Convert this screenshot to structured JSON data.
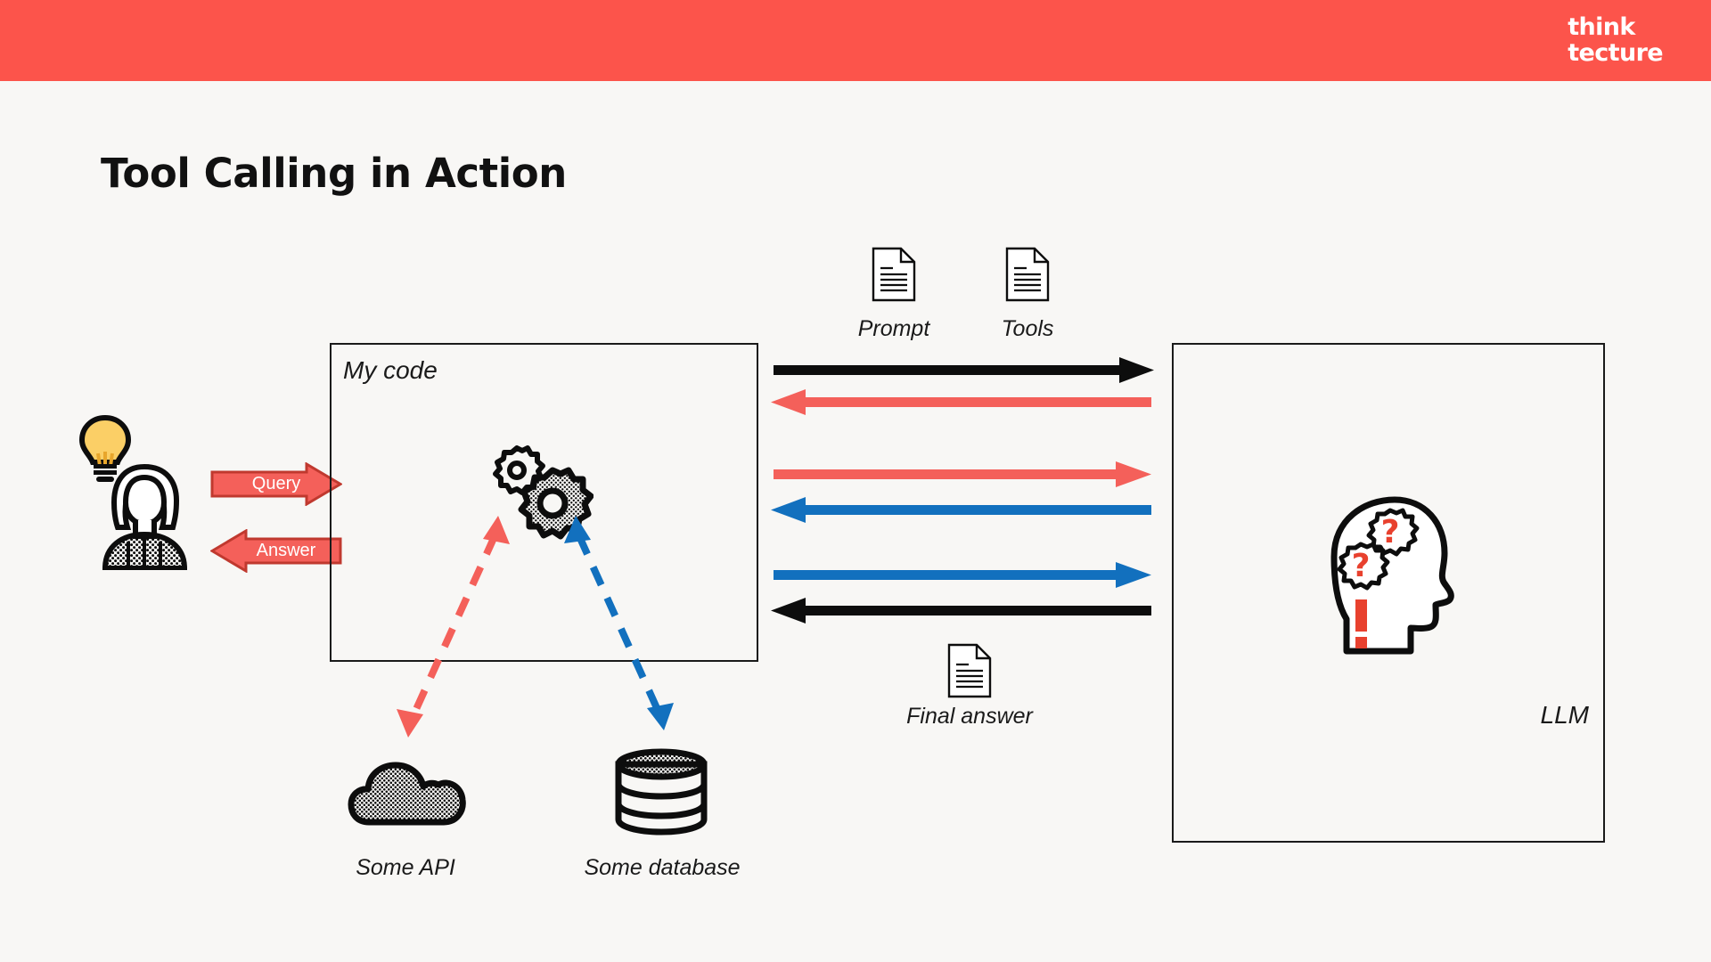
{
  "header": {
    "brand_line1": "think",
    "brand_line2": "tecture",
    "bar_color": "#FC544B"
  },
  "slide": {
    "title": "Tool Calling in Action",
    "background_color": "#F8F7F5"
  },
  "colors": {
    "red": "#F4605A",
    "blue": "#1270BE",
    "black": "#0D0D0D",
    "bulb_yellow": "#FBCF66"
  },
  "actor": {
    "bulb_icon": "lightbulb-icon",
    "person_icon": "user-icon"
  },
  "user_exchange": [
    {
      "label": "Query",
      "direction": "right",
      "color": "#F4605A"
    },
    {
      "label": "Answer",
      "direction": "left",
      "color": "#F4605A"
    }
  ],
  "my_code": {
    "label": "My code",
    "gears_icon": "gears-icon"
  },
  "llm": {
    "label": "LLM",
    "head_icon": "thinking-head-icon"
  },
  "documents": [
    {
      "label": "Prompt",
      "icon": "document-icon"
    },
    {
      "label": "Tools",
      "icon": "document-icon"
    },
    {
      "label": "Final answer",
      "icon": "document-icon"
    }
  ],
  "message_arrows": [
    {
      "id": "prompt-tools-out",
      "direction": "right",
      "color": "#0D0D0D"
    },
    {
      "id": "tool-call-1-back",
      "direction": "left",
      "color": "#F4605A"
    },
    {
      "id": "tool-result-1",
      "direction": "right",
      "color": "#F4605A"
    },
    {
      "id": "tool-call-2-back",
      "direction": "left",
      "color": "#1270BE"
    },
    {
      "id": "tool-result-2",
      "direction": "right",
      "color": "#1270BE"
    },
    {
      "id": "final-answer-back",
      "direction": "left",
      "color": "#0D0D0D"
    }
  ],
  "external_systems": [
    {
      "label": "Some API",
      "icon": "cloud-icon",
      "link_color": "#F4605A",
      "link_style": "dashed"
    },
    {
      "label": "Some database",
      "icon": "database-icon",
      "link_color": "#1270BE",
      "link_style": "dashed"
    }
  ]
}
